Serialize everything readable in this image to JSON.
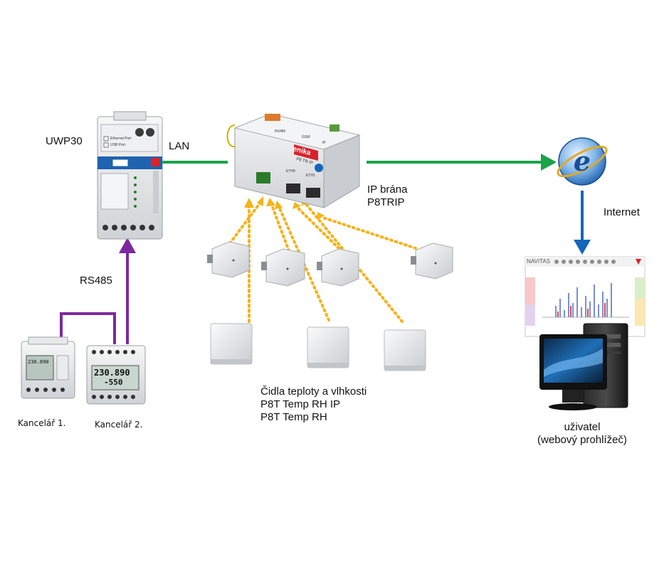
{
  "labels": {
    "uwp30": "UWP30",
    "lan": "LAN",
    "rs485": "RS485",
    "office1": "Kancelář 1.",
    "office2": "Kancelář 2.",
    "gateway_line1": "IP brána",
    "gateway_line2": "P8TRIP",
    "internet": "Internet",
    "sensors_line1": "Čidla teploty a vlhkosti",
    "sensors_line2": "P8T Temp RH IP",
    "sensors_line3": "P8T Temp RH",
    "user_line1": "uživatel",
    "user_line2": "(webový prohlížeč)"
  },
  "device_text": {
    "gateway_brand": "enika",
    "gateway_model": "P8 TR IP",
    "gateway_port_eth0": "ETH0",
    "gateway_port_eth1": "ETH1",
    "gateway_port_rs485": "RS485",
    "gateway_port_gsm": "GSM",
    "gateway_port_ip": "IP",
    "uwp_eth": "Ethernet Port",
    "uwp_usb": "USB Port",
    "meter1_display": "230.890",
    "meter2_display": "230.890",
    "meter2_display_sub": "-550",
    "web_logo": "NAVITAS"
  },
  "colors": {
    "lan_line": "#1aa34a",
    "internet_arrow": "#1466b8",
    "rs485_line": "#7a2a9e",
    "wireless": "#f5b21a",
    "enika_red": "#d8232a"
  },
  "icons": {
    "browser": "internet-explorer-icon"
  }
}
